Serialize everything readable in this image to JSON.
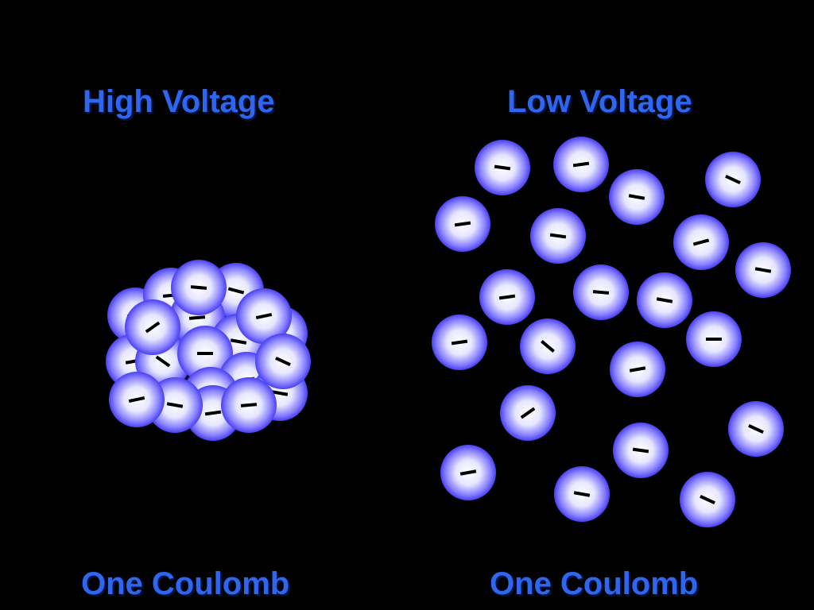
{
  "left_panel": {
    "title": "High Voltage",
    "caption": "One Coulomb",
    "charge_symbol": "–"
  },
  "right_panel": {
    "title": "Low Voltage",
    "caption": "One Coulomb",
    "charge_symbol": "–"
  },
  "colors": {
    "background": "#000000",
    "label": "#2f66f0",
    "particle_center": "#ffffff",
    "particle_edge": "#5048ff",
    "charge_mark": "#000000"
  }
}
